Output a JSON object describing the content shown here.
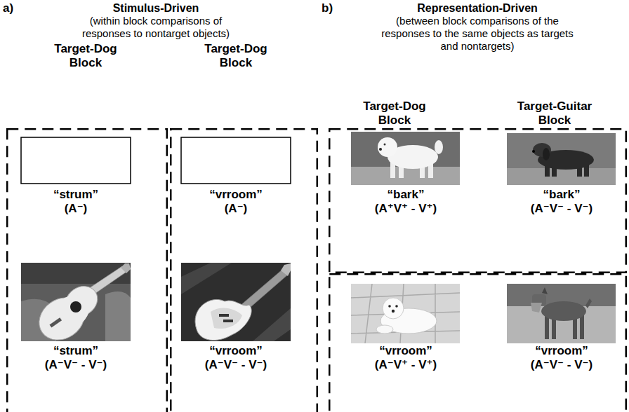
{
  "diagram": {
    "nodes": [
      {
        "text": [
          "Target-Dog Block",
          "“strum”",
          "(A⁻)",
          "“strum”",
          "(A⁻V⁻ - V⁻)"
        ]
      },
      {
        "text": [
          "Target-Dog Block",
          "“vrroom”",
          "(A⁻)",
          "“vrroom”",
          "(A⁻V⁻ - V⁻)"
        ]
      },
      {
        "text": [
          "“bark”",
          "(A⁺V⁺ - V⁺)",
          "“bark”",
          "(A⁻V⁻ - V⁻)"
        ]
      },
      {
        "text": [
          "“vrroom”",
          "(A⁻V⁺ - V⁺)",
          "“vrroom”",
          "(A⁻V⁻ - V⁻)"
        ]
      }
    ],
    "labels": [
      "a)",
      "Stimulus-Driven",
      "(within block comparisons of responses to nontarget objects)",
      "b)",
      "Representation-Driven",
      "(between block comparisons of the responses to the same objects as targets and nontargets)",
      "Target-Dog Block",
      "Target-Guitar Block"
    ]
  }
}
